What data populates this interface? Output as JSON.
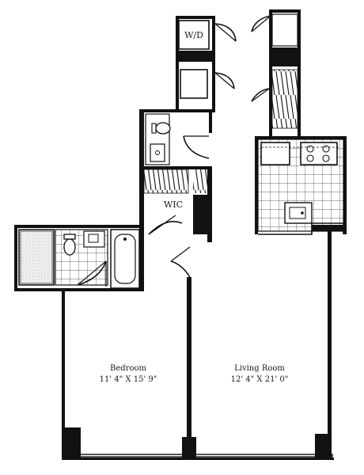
{
  "rooms": {
    "wd": {
      "label": "W/D"
    },
    "wic": {
      "label": "WIC"
    },
    "bedroom": {
      "name": "Bedroom",
      "dims": "11' 4\" X 15' 9\""
    },
    "living": {
      "name": "Living Room",
      "dims": "12' 4\" X 21' 0\""
    }
  }
}
